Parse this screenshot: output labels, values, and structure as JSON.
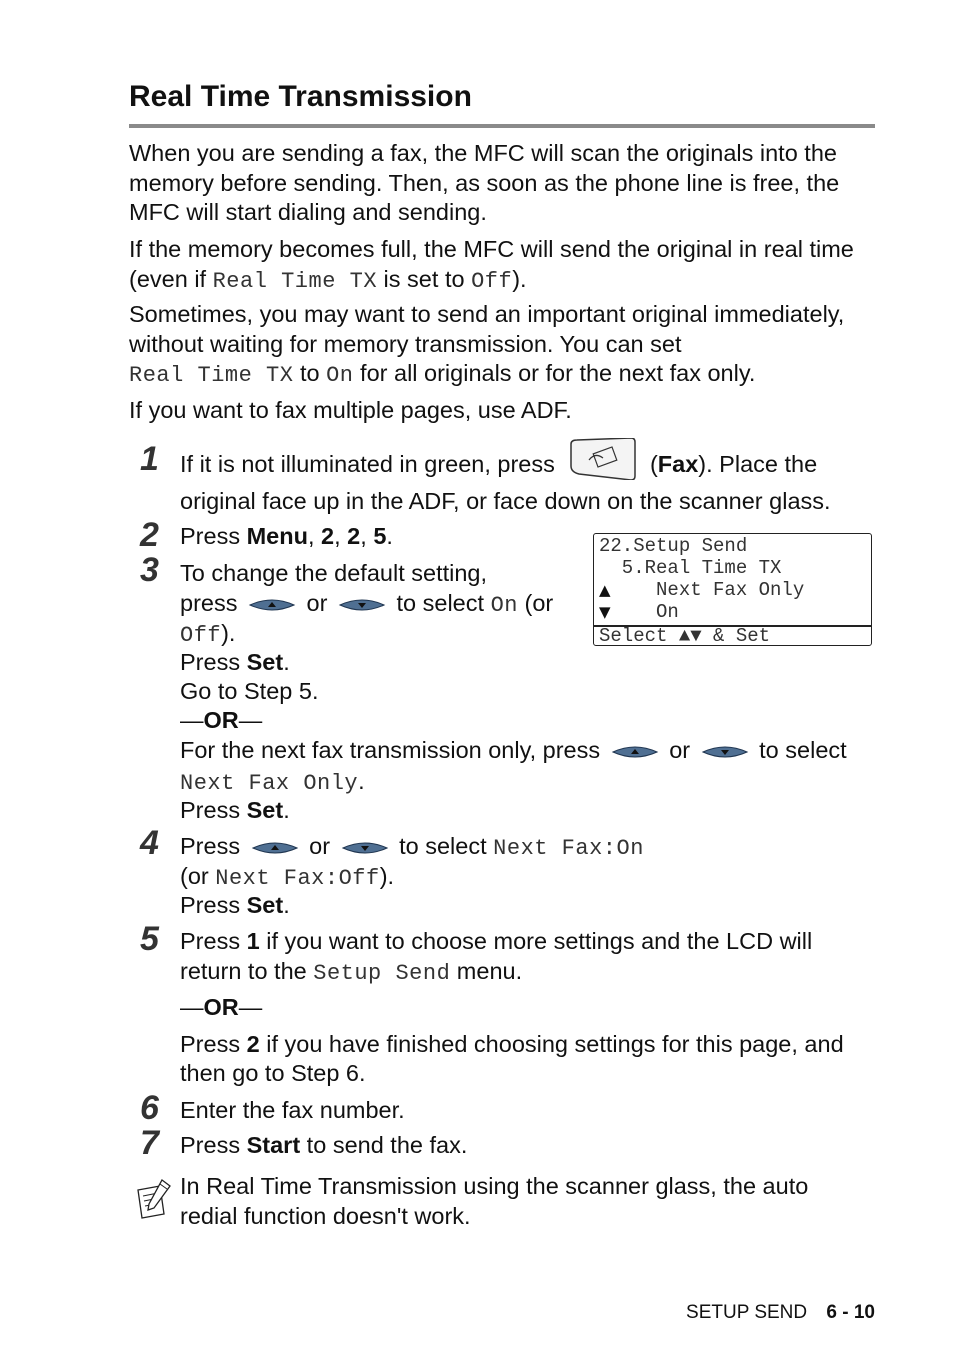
{
  "title": "Real Time Transmission",
  "intro": {
    "p1": "When you are sending a fax, the MFC will scan the originals into the memory before sending. Then, as soon as the phone line is free, the MFC will start dialing and sending.",
    "p2_a": "If the memory becomes full, the MFC will send the original in real time (even if ",
    "p2_code1": "Real Time TX",
    "p2_b": " is set to ",
    "p2_code2": "Off",
    "p2_c": ").",
    "p3_a": "Sometimes, you may want to send an important original immediately, without waiting for memory transmission. You can set",
    "p3_code1": "Real Time TX",
    "p3_b": " to ",
    "p3_code2": "On",
    "p3_c": " for all originals or for the next fax only.",
    "p4": "If you want to fax multiple pages, use ADF."
  },
  "steps": {
    "s1": {
      "num": "1",
      "a": "If it is not illuminated in green, press",
      "key": "Fax",
      "b": ". Place the",
      "c": "original face up in the ADF, or face down on the scanner glass."
    },
    "s2": {
      "num": "2",
      "a": "Press ",
      "k1": "Menu",
      "k2": "2",
      "k3": "2",
      "k4": "5"
    },
    "s3": {
      "num": "3",
      "l1": "To change the default setting,",
      "l2a": "press",
      "or": "or",
      "l2b": "to select",
      "code_on": "On",
      "l2c": " (or",
      "code_off": "Off",
      "l3": ").",
      "press": "Press ",
      "set": "Set",
      "goto": "Go to Step 5.",
      "orword": "OR",
      "l5": "For the next fax transmission only, press",
      "l5b": "to select",
      "code_next": "Next Fax Only"
    },
    "s4": {
      "num": "4",
      "a": "Press",
      "or": "or",
      "b": "to select",
      "code1": "Next Fax:On",
      "c": "(or ",
      "code2": "Next Fax:Off",
      "d": ").",
      "press": "Press ",
      "set": "Set"
    },
    "s5": {
      "num": "5",
      "a": "Press ",
      "k1": "1",
      "b": " if you want to choose more settings and the LCD will",
      "c": "return to the ",
      "code": "Setup Send",
      "d": " menu.",
      "orword": "OR",
      "e": "Press ",
      "k2": "2",
      "f": " if you have finished choosing settings for this page, and",
      "g": "then go to Step 6."
    },
    "s6": {
      "num": "6",
      "text": "Enter the fax number."
    },
    "s7": {
      "num": "7",
      "a": "Press ",
      "key": "Start",
      "b": " to send the fax."
    }
  },
  "lcd": {
    "line1": "22.Setup Send",
    "line2": "  5.Real Time TX",
    "line3": "     Next Fax Only",
    "line4": "     On",
    "line5": "Select ▲▼ & Set",
    "up_arrow": "▲",
    "down_arrow": "▼"
  },
  "note": {
    "l1": "In Real Time Transmission using the scanner glass, the auto",
    "l2": "redial function doesn't work."
  },
  "footer": {
    "section": "SETUP SEND",
    "page": "6 - 10"
  }
}
